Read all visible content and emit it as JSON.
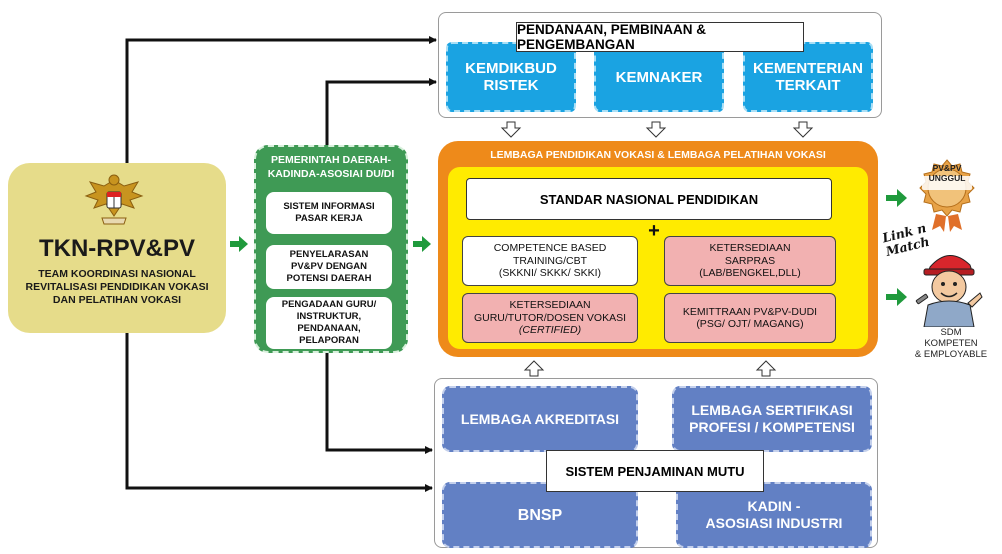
{
  "tkn": {
    "title": "TKN-RPV&PV",
    "subtitle": "TEAM KOORDINASI NASIONAL\nREVITALISASI PENDIDIKAN VOKASI\nDAN PELATIHAN VOKASI"
  },
  "pemda": {
    "title": "PEMERINTAH DAERAH-\nKADINDA-ASOSIAI DU/DI",
    "items": [
      "SISTEM INFORMASI\nPASAR KERJA",
      "PENYELARASAN\nPV&PV DENGAN\nPOTENSI DAERAH",
      "PENGADAAN GURU/\nINSTRUKTUR,\nPENDANAAN,\nPELAPORAN"
    ]
  },
  "funding": {
    "title": "PENDANAAN, PEMBINAAN & PENGEMBANGAN",
    "boxes": [
      "KEMDIKBUD\nRISTEK",
      "KEMNAKER",
      "KEMENTERIAN\nTERKAIT"
    ]
  },
  "lembaga": {
    "title": "LEMBAGA PENDIDIKAN VOKASI & LEMBAGA PELATIHAN VOKASI",
    "standar": "STANDAR NASIONAL PENDIDIKAN",
    "plus": "+",
    "cbt": "COMPETENCE BASED\nTRAINING/CBT\n(SKKNI/ SKKK/ SKKI)",
    "sarpras": "KETERSEDIAAN\nSARPRAS\n(LAB/BENGKEL,DLL)",
    "guru": "KETERSEDIAAN\nGURU/TUTOR/DOSEN VOKASI",
    "guru_note": "(CERTIFIED)",
    "kemitraan": "KEMITTRAAN PV&PV-DUDI\n(PSG/ OJT/ MAGANG)"
  },
  "quality": {
    "akreditasi": "LEMBAGA AKREDITASI",
    "sertifikasi": "LEMBAGA SERTIFIKASI\nPROFESI / KOMPETENSI",
    "sistem": "SISTEM PENJAMINAN MUTU",
    "bnsp": "BNSP",
    "kadin": "KADIN -\nASOSIASI INDUSTRI"
  },
  "output": {
    "badge": "PV&PV\nUNGGUL",
    "link_match": "Link n\nMatch",
    "sdm": "SDM\nKOMPETEN\n& EMPLOYABLE"
  },
  "colors": {
    "tkn_bg": "#e6dc8a",
    "pemda_green": "#3f9a55",
    "arrow_green": "#1f9a3c",
    "funding_blue": "#1aa3e2",
    "lembaga_orange": "#ee8a1a",
    "lembaga_yellow": "#ffeb00",
    "pink": "#f2b1b1",
    "quality_blue": "#6280c4"
  }
}
